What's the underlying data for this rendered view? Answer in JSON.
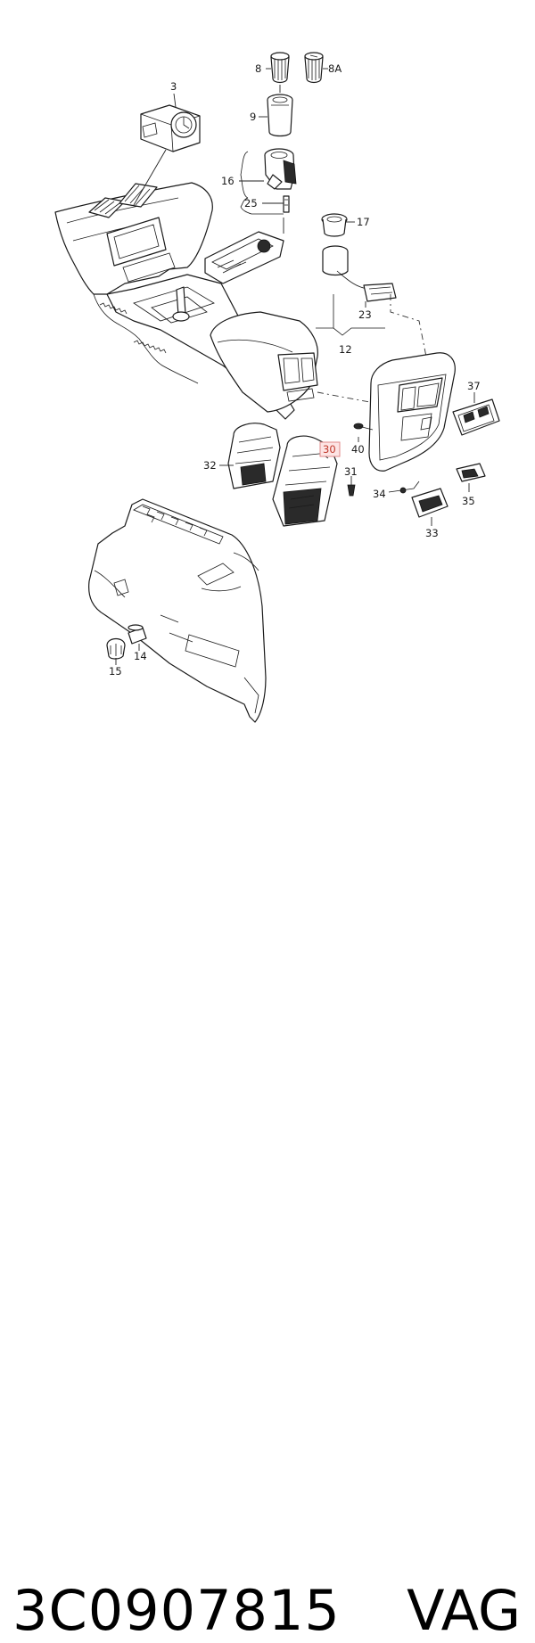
{
  "diagram": {
    "labels": {
      "p3": "3",
      "p8": "8",
      "p8a": "8A",
      "p9": "9",
      "p16": "16",
      "p25": "25",
      "p17": "17",
      "p23": "23",
      "p12": "12",
      "p37": "37",
      "p40": "40",
      "p32": "32",
      "p30": "30",
      "p31": "31",
      "p34": "34",
      "p35": "35",
      "p33": "33",
      "p14": "14",
      "p15": "15"
    },
    "highlighted_part": "30",
    "highlight_color": "#e08a8a"
  },
  "footer": {
    "part_number": "3C0907815",
    "brand": "VAG"
  }
}
